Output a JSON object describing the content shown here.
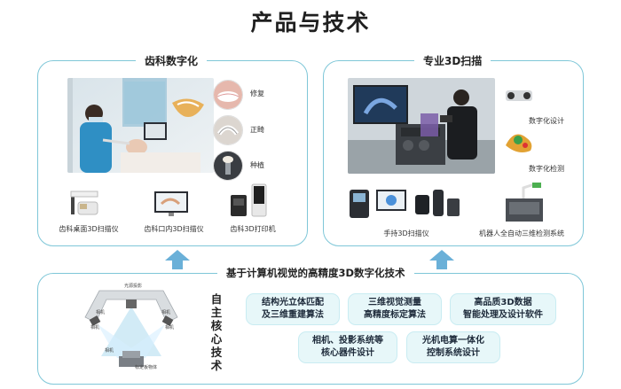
{
  "title": "产品与技术",
  "dental": {
    "title": "齿科数字化",
    "circle_labels": [
      "修复",
      "正畸",
      "种植"
    ],
    "products": [
      "齿科桌面3D扫描仪",
      "齿科口内3D扫描仪",
      "齿科3D打印机"
    ]
  },
  "scan": {
    "title": "专业3D扫描",
    "labels": [
      "数字化设计",
      "数字化检测"
    ],
    "products": [
      "手持3D扫描仪",
      "机器人全自动三维检测系统"
    ]
  },
  "core": {
    "banner": "基于计算机视觉的高精度3D数字化技术",
    "vertical": "自主核心技术",
    "diagram_labels": [
      "光源投影",
      "相机",
      "相机",
      "相机",
      "相机",
      "相机",
      "标定板物体"
    ],
    "boxes": [
      "结构光立体匹配\n及三维重建算法",
      "三维视觉测量\n高精度标定算法",
      "高品质3D数据\n智能处理及设计软件",
      "相机、投影系统等\n核心器件设计",
      "光机电算一体化\n控制系统设计"
    ]
  },
  "colors": {
    "panel_border": "#7fc7d8",
    "arrow": "#6ab0d8",
    "box_bg": "#e7f7f9"
  }
}
